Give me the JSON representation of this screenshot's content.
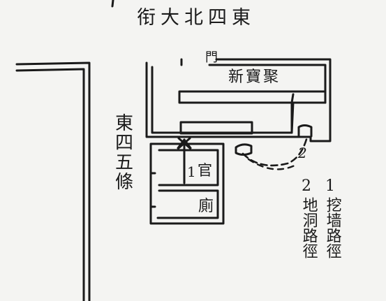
{
  "street_north": "衔大北四東",
  "gate": "門",
  "shop_name": "新寶聚",
  "alley_west": "東四五條",
  "route_mark_2": "2",
  "office_number": "1",
  "office": "官",
  "toilet": "廁",
  "legend": {
    "item1_number": "1",
    "item1_text": "挖墙路徑",
    "item2_number": "2",
    "item2_text": "地洞路徑"
  }
}
